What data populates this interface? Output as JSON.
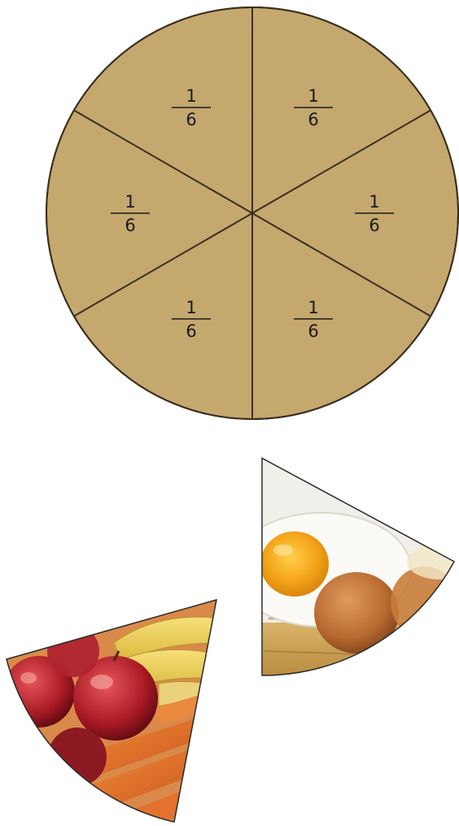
{
  "circle": {
    "fill": "#c9ab6e",
    "stroke": "#3a2e1e",
    "sectors": [
      {
        "numerator": "1",
        "denominator": "6"
      },
      {
        "numerator": "1",
        "denominator": "6"
      },
      {
        "numerator": "1",
        "denominator": "6"
      },
      {
        "numerator": "1",
        "denominator": "6"
      },
      {
        "numerator": "1",
        "denominator": "6"
      },
      {
        "numerator": "1",
        "denominator": "6"
      }
    ]
  },
  "pieces": [
    {
      "name": "eggs-slice",
      "depicts": "fried egg and brown egg"
    },
    {
      "name": "fruit-veg-slice",
      "depicts": "apples, bananas and carrots"
    }
  ]
}
